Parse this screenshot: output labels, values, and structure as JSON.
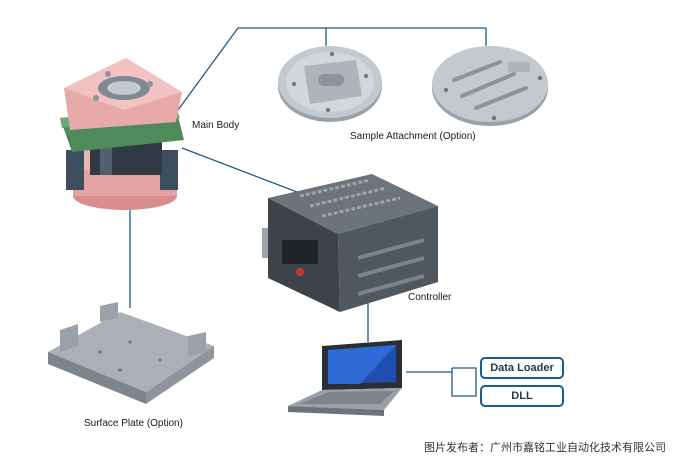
{
  "labels": {
    "main_body": "Main Body",
    "sample_attachment": "Sample Attachment (Option)",
    "controller": "Controller",
    "surface_plate": "Surface Plate (Option)"
  },
  "buttons": {
    "data_loader": "Data Loader",
    "dll": "DLL"
  },
  "credit": "图片发布者：广州市嘉铭工业自动化技术有限公司",
  "colors": {
    "connector": "#1f5b8c",
    "pill_border": "#1f5b8c",
    "device_pink": "#e8a9a9",
    "device_green": "#4f8a5a",
    "metal": "#b9bec4"
  }
}
